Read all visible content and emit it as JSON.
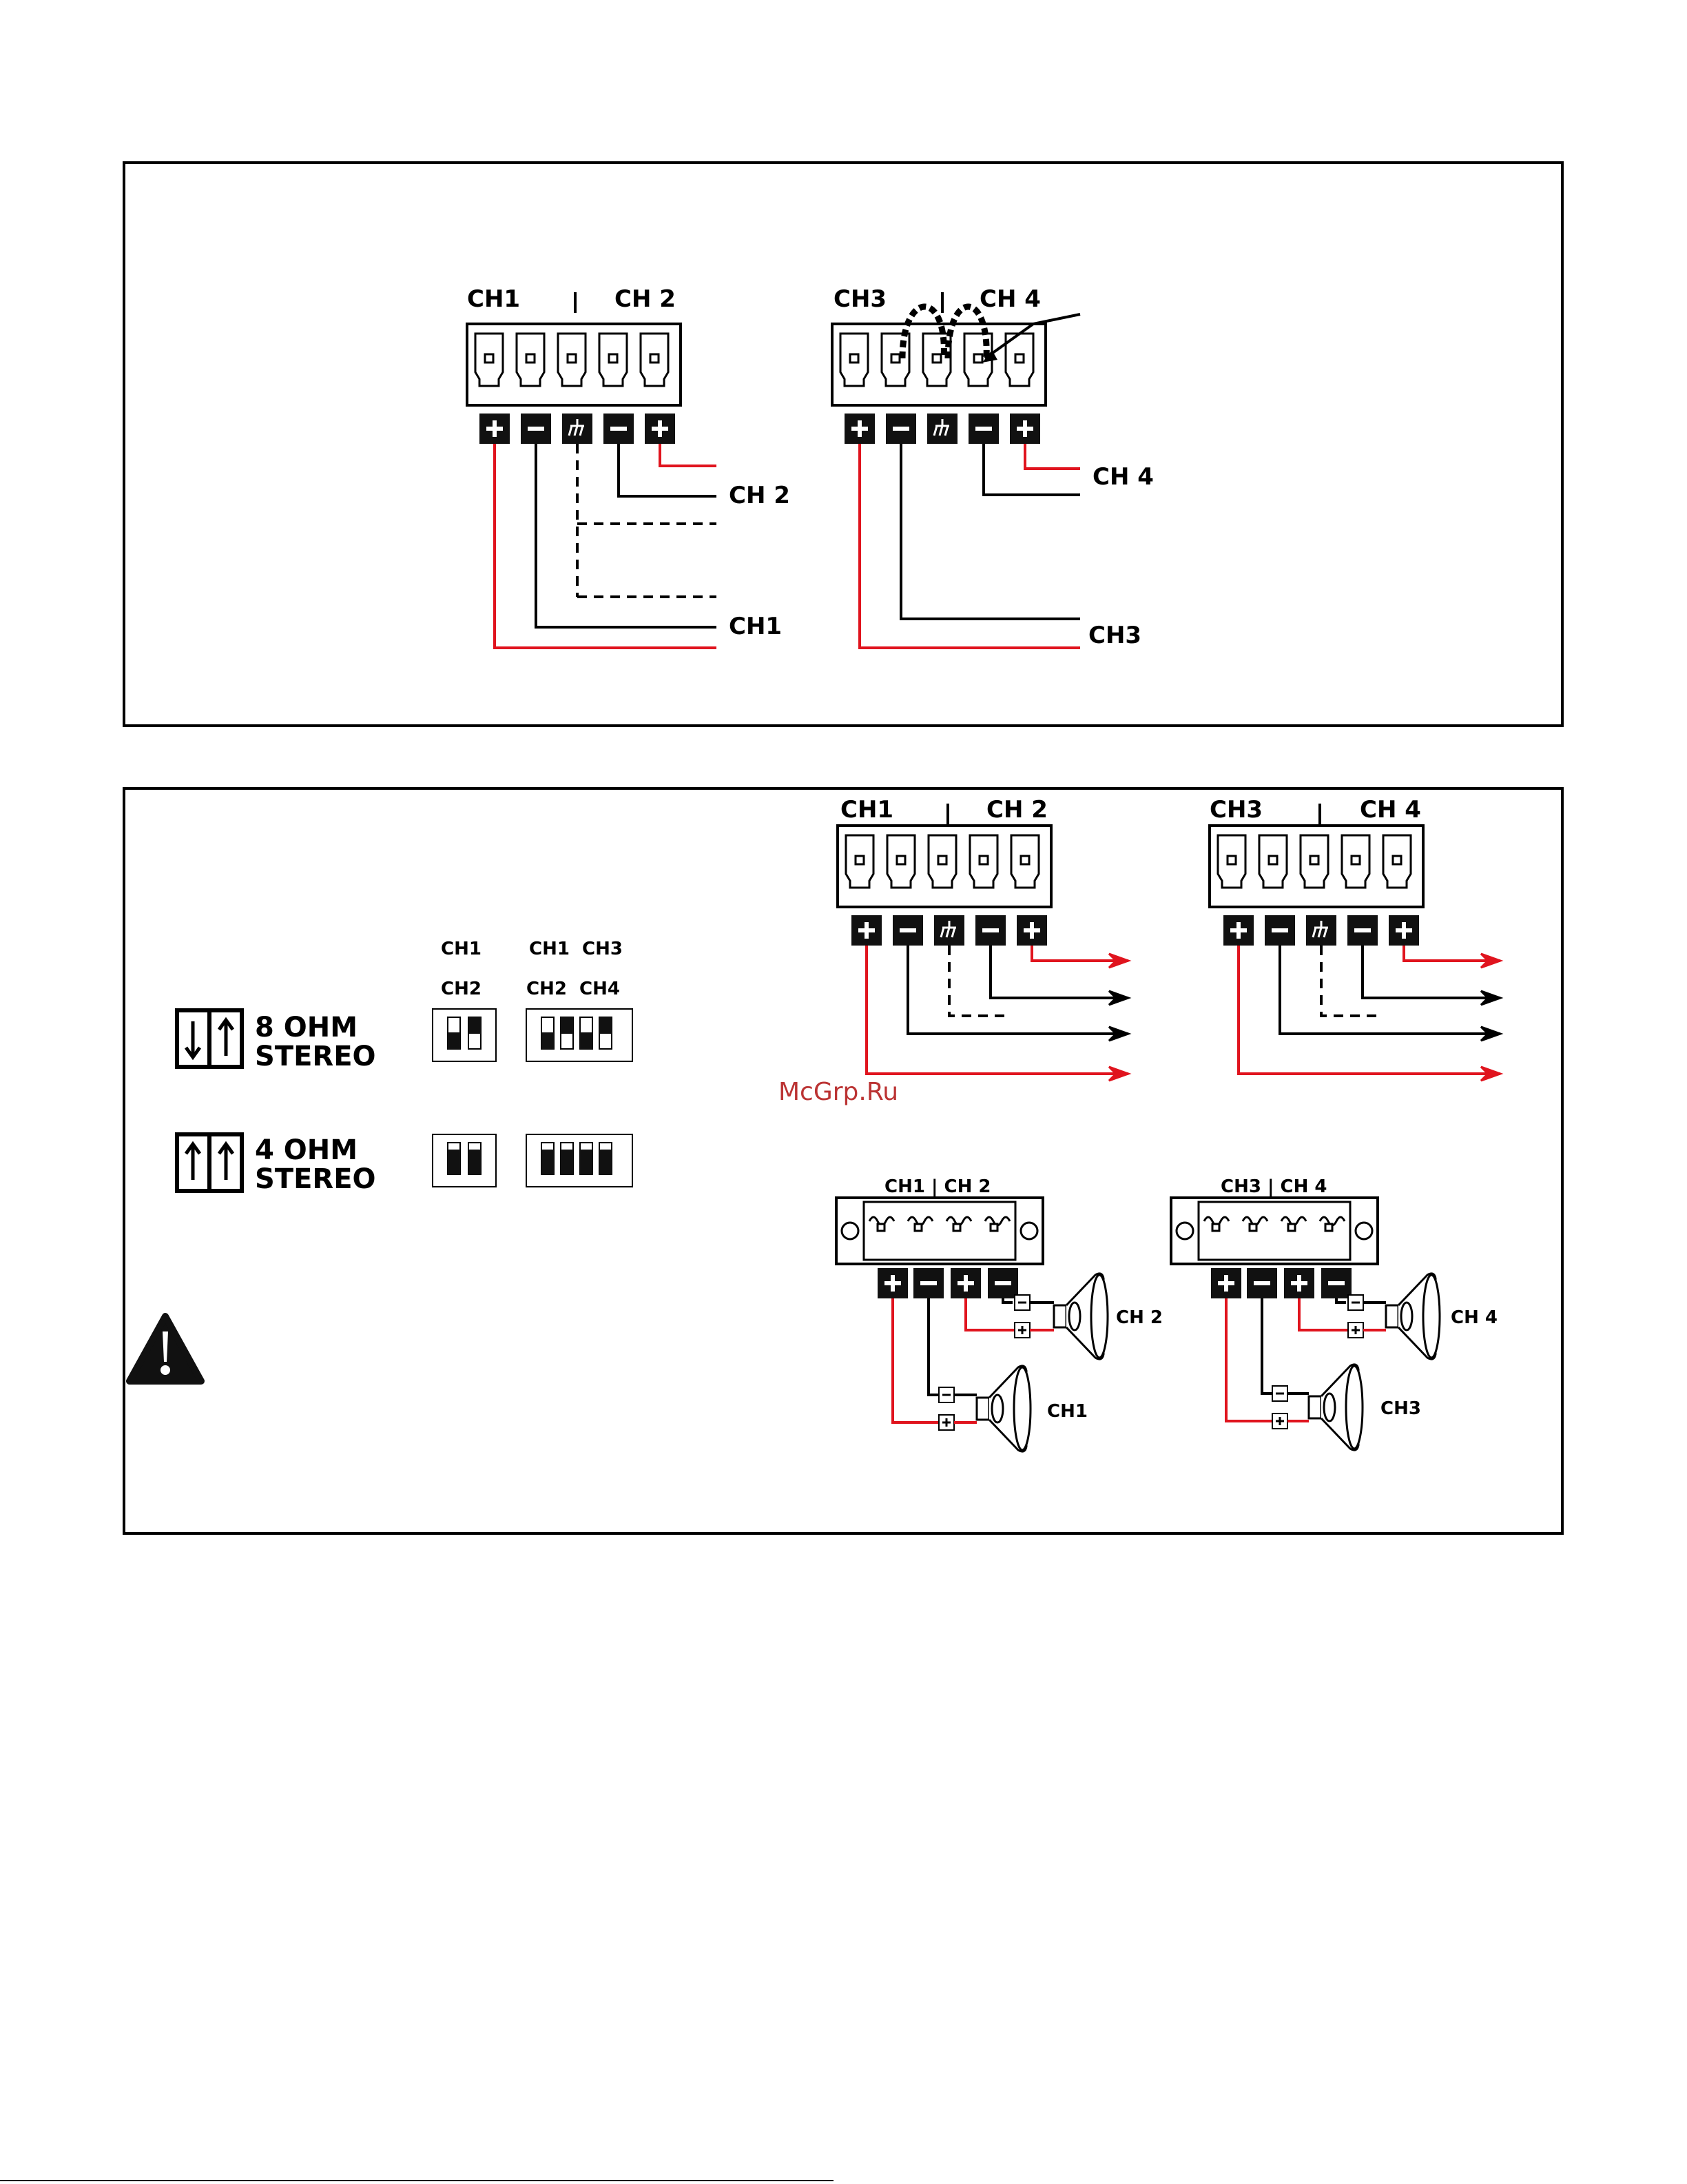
{
  "panel1": {
    "left_block": {
      "ch_a": "CH1",
      "ch_b": "CH 2",
      "out_b": "CH 2",
      "out_a": "CH1"
    },
    "right_block": {
      "ch_a": "CH3",
      "ch_b": "CH 4",
      "out_b": "CH 4",
      "out_a": "CH3"
    }
  },
  "panel2": {
    "dip_headers": {
      "col1_top": "CH1",
      "col1_bot": "CH2",
      "col2_top": "CH1  CH3",
      "col2_bot": "CH2  CH4"
    },
    "mode_8": {
      "line1": "8 OHM",
      "line2": "STEREO"
    },
    "mode_4": {
      "line1": "4 OHM",
      "line2": "STEREO"
    },
    "input_left": {
      "ch_a": "CH1",
      "ch_b": "CH 2"
    },
    "input_right": {
      "ch_a": "CH3",
      "ch_b": "CH 4"
    },
    "watermark": "McGrp.Ru",
    "speaker_left": {
      "header": "CH1 | CH 2",
      "spk_top": "CH 2",
      "spk_bot": "CH1"
    },
    "speaker_right": {
      "header": "CH3 | CH 4",
      "spk_top": "CH 4",
      "spk_bot": "CH3"
    }
  },
  "colors": {
    "signal_hot": "#e0141e",
    "wire": "#000000"
  },
  "icons": [
    "plus-terminal-icon",
    "minus-terminal-icon",
    "ground-terminal-icon",
    "warning-icon",
    "speaker-icon",
    "dip-switch-icon"
  ]
}
